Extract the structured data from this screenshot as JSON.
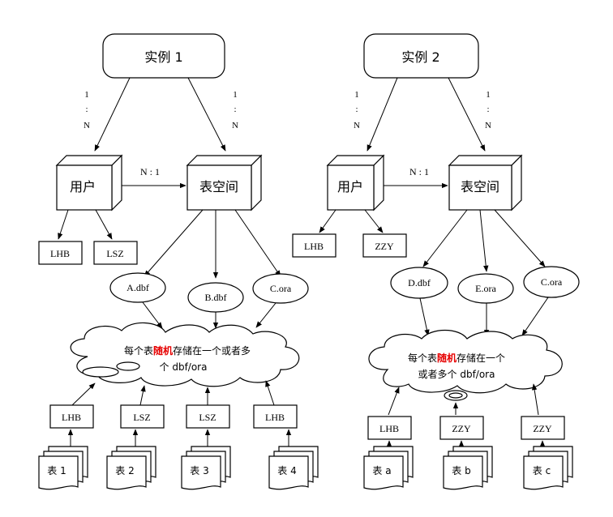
{
  "left": {
    "instance": "实例 1",
    "card_user": [
      "1",
      ":",
      "N"
    ],
    "card_ts": [
      "1",
      ":",
      "N"
    ],
    "user": "用户",
    "ratio": "N : 1",
    "tablespace": "表空间",
    "users": [
      "LHB",
      "LSZ"
    ],
    "files": [
      "A.dbf",
      "B.dbf",
      "C.ora"
    ],
    "cloud": {
      "pre": "每个表",
      "highlight": "随机",
      "post": "存储在一个或者多",
      "line2": "个 dbf/ora"
    },
    "owners": [
      "LHB",
      "LSZ",
      "LSZ",
      "LHB"
    ],
    "tables": [
      "表 1",
      "表 2",
      "表 3",
      "表 4"
    ]
  },
  "right": {
    "instance": "实例 2",
    "card_user": [
      "1",
      ":",
      "N"
    ],
    "card_ts": [
      "1",
      ":",
      "N"
    ],
    "user": "用户",
    "ratio": "N : 1",
    "tablespace": "表空间",
    "users": [
      "LHB",
      "ZZY"
    ],
    "files": [
      "D.dbf",
      "E.ora",
      "C.ora"
    ],
    "cloud": {
      "pre": "每个表",
      "highlight": "随机",
      "post": "存储在一个",
      "line2": "或者多个 dbf/ora"
    },
    "owners": [
      "LHB",
      "ZZY",
      "ZZY"
    ],
    "tables": [
      "表 a",
      "表 b",
      "表 c"
    ]
  }
}
